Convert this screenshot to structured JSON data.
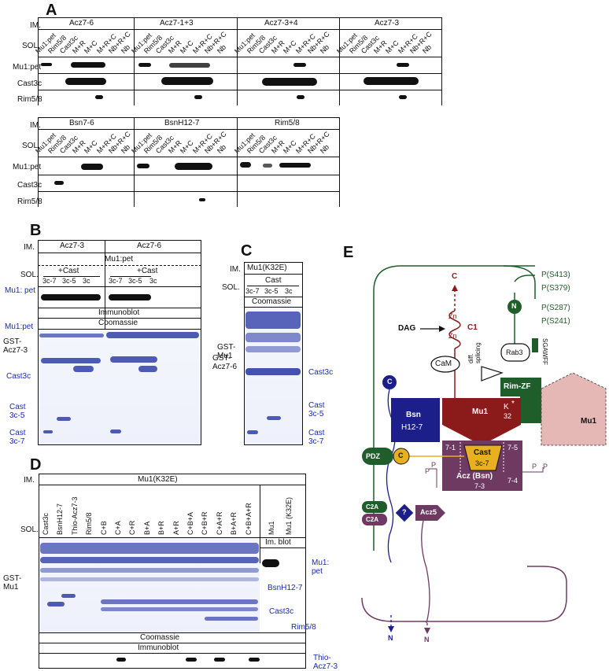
{
  "panel_letters": {
    "a": "A",
    "b": "B",
    "c": "C",
    "d": "D",
    "e": "E"
  },
  "row_labels": {
    "im": "IM.",
    "sol": "SOL."
  },
  "panelA": {
    "top_groups": [
      "Acz7-6",
      "Acz7-1+3",
      "Acz7-3+4",
      "Acz7-3"
    ],
    "bottom_groups": [
      "Bsn7-6",
      "BsnH12-7",
      "Rim5/8"
    ],
    "lanes": [
      "Mu1:pet",
      "Rim5/8",
      "Cast3c",
      "M+R",
      "M+C",
      "M+R+C",
      "Nb+R+C",
      "Nb"
    ],
    "rows": [
      "Mu1:pet",
      "Cast3c",
      "Rim5/8"
    ]
  },
  "panelB": {
    "groups": [
      "Acz7-3",
      "Acz7-6"
    ],
    "sol_top": "Mu1:pet",
    "sol_sub": "+Cast",
    "lanes": [
      "3c-7",
      "3c-5",
      "3c"
    ],
    "immunoblot": "Immunoblot",
    "coomassie": "Coomassie",
    "left_labels": {
      "mu1pet_blot": "Mu1: pet",
      "mu1pet": "Mu1:pet",
      "gst_acz73": "GST-\nAcz7-3",
      "cast3c": "Cast3c",
      "cast3c5": "Cast\n3c-5",
      "cast3c7": "Cast\n3c-7"
    },
    "right_label": "GST-\nAcz7-6"
  },
  "panelC": {
    "im": "Mu1(K32E)",
    "sol": "Cast",
    "lanes": [
      "3c-7",
      "3c-5",
      "3c"
    ],
    "coomassie": "Coomassie",
    "left_label": "GST-\nMu1",
    "right_labels": {
      "cast3c": "Cast3c",
      "cast3c5": "Cast\n3c-5",
      "cast3c7": "Cast\n3c-7"
    }
  },
  "panelD": {
    "im": "Mu1(K32E)",
    "lanes": [
      "Cast3c",
      "BsnH12-7",
      "Thio-Acz7-3",
      "Rim5/8",
      "C+B",
      "C+A",
      "C+R",
      "B+A",
      "B+R",
      "A+R",
      "C+B+A",
      "C+B+R",
      "C+A+R",
      "B+A+R",
      "C+B+A+R"
    ],
    "right_lanes": [
      "Mu1",
      "Mu1 (K32E)"
    ],
    "im_blot": "Im. blot",
    "coomassie": "Coomassie",
    "immunoblot": "Immunoblot",
    "left_label": "GST-\nMu1",
    "right_labels": {
      "mu1pet": "Mu1:\npet",
      "bsn": "BsnH12-7",
      "cast3c": "Cast3c",
      "rim": "Rim5/8",
      "thio": "Thio-\nAcz7-3"
    }
  },
  "panelE": {
    "phospho": [
      "P(S413)",
      "P(S379)",
      "P(S287)",
      "P(S241)"
    ],
    "labels": {
      "C_top": "C",
      "Zn1": "Zn",
      "Zn2": "Zn",
      "C1": "C1",
      "DAG": "DAG",
      "N_green": "N",
      "CaM": "CaM",
      "Rab3": "Rab3",
      "SGAWFF": "SGAWFF",
      "diff_splicing": "diff.\nsplicing",
      "RimZF": "Rim-ZF",
      "C_blue": "C",
      "Bsn": "Bsn",
      "BsnSub": "H12-7",
      "Mu1": "Mu1",
      "K32": "K",
      "K32num": "32",
      "star": "*",
      "Mu1_pink": "Mu1",
      "PDZ": "PDZ",
      "C_yellow": "C",
      "C2A_1": "C2A",
      "C2A_2": "C2A",
      "seg71": "7-1",
      "seg75": "7-5",
      "seg74": "7-4",
      "Cast": "Cast",
      "CastSub": "3c-7",
      "Acz": "Acz (Bsn)",
      "AczSub": "7-3",
      "Acz5": "Acz5",
      "q": "?",
      "N_blue": "N",
      "N_purple": "N",
      "P": "P"
    },
    "colors": {
      "green": "#1f5e2a",
      "red": "#8b1a1a",
      "blue": "#1c1f8a",
      "purple": "#6e3a62",
      "yellow": "#e8b020",
      "pink": "#e6b8b5"
    }
  }
}
